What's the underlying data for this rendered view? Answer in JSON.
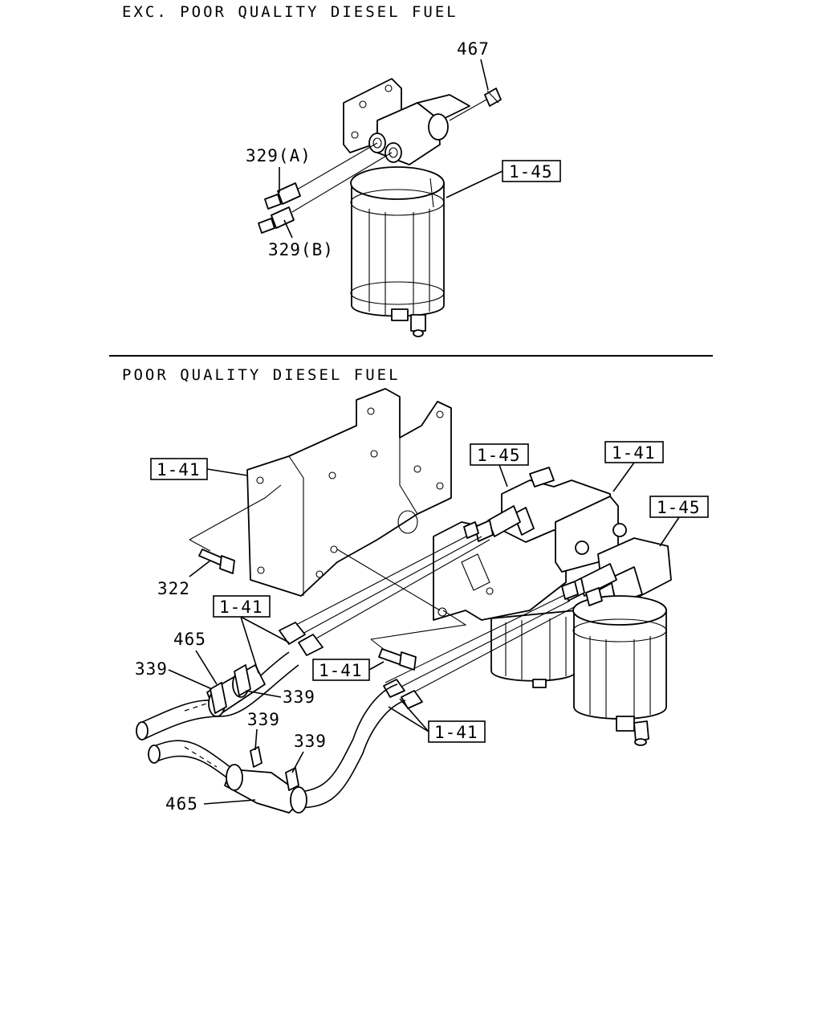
{
  "sections": {
    "top_title": "EXC. POOR QUALITY DIESEL FUEL",
    "bottom_title": "POOR QUALITY DIESEL FUEL"
  },
  "callouts": {
    "c467": "467",
    "c329a": "329(A)",
    "c329b": "329(B)",
    "c145_top": "1-45",
    "c141_bracket": "1-41",
    "c145_left": "1-45",
    "c141_right": "1-41",
    "c145_right": "1-45",
    "c322": "322",
    "c141_hose_top": "1-41",
    "c465_top": "465",
    "c339_left": "339",
    "c339_mid": "339",
    "c141_bolt": "1-41",
    "c339_lower1": "339",
    "c339_lower2": "339",
    "c141_hose_bottom": "1-41",
    "c465_bottom": "465"
  }
}
